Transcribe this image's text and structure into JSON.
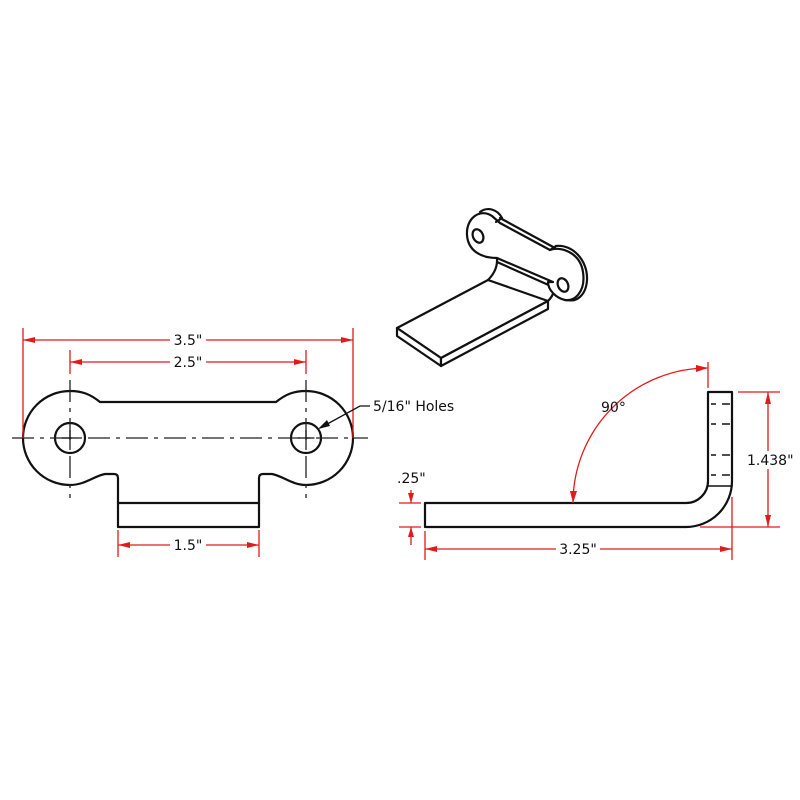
{
  "drawing": {
    "type": "technical drawing",
    "views": [
      "front view",
      "isometric view",
      "side view"
    ]
  },
  "front_view": {
    "overall_width_label": "3.5\"",
    "hole_spacing_label": "2.5\"",
    "tab_width_label": "1.5\"",
    "hole_callout_label": "5/16\" Holes"
  },
  "side_view": {
    "thickness_label": ".25\"",
    "length_label": "3.25\"",
    "height_label": "1.438\"",
    "angle_label": "90°"
  },
  "colors": {
    "dimension": "#e01b1b",
    "object": "#111111",
    "background": "#ffffff"
  }
}
